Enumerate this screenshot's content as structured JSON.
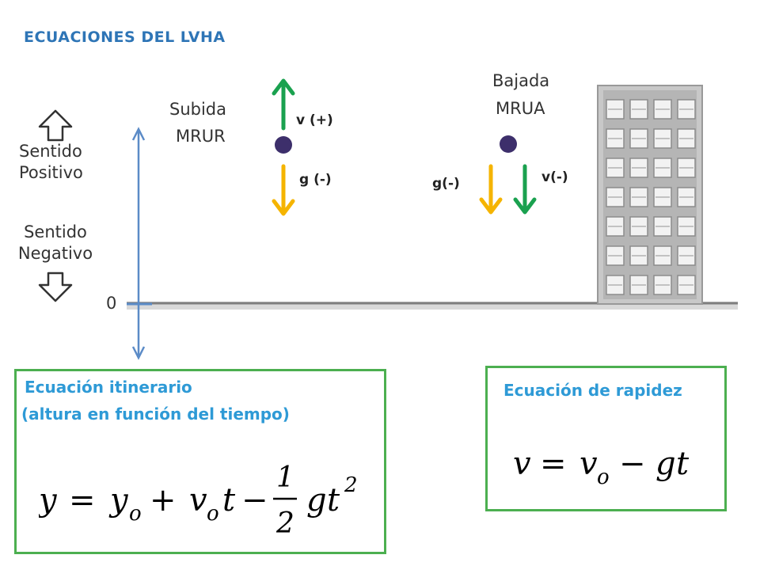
{
  "title": "ECUACIONES DEL LVHA",
  "axis": {
    "zero_label": "0"
  },
  "sense": {
    "positive": [
      "Sentido",
      "Positivo"
    ],
    "negative": [
      "Sentido",
      "Negativo"
    ]
  },
  "subida": {
    "label": "Subida",
    "type": "MRUR",
    "velocity_label": "v (+)",
    "gravity_label": "g (-)"
  },
  "bajada": {
    "label": "Bajada",
    "type": "MRUA",
    "velocity_label": "v(-)",
    "gravity_label": "g(-)"
  },
  "itinerary_box": {
    "title_line1": "Ecuación itinerario",
    "title_line2": "(altura en función del tiempo)"
  },
  "speed_box": {
    "title": "Ecuación de rapidez"
  },
  "colors": {
    "velocity_arrow": "#1aa14f",
    "gravity_arrow": "#f5b400",
    "axis": "#5b8bc7",
    "box_border": "#4caf50",
    "title": "#2e75b6",
    "ball": "#3d2f6b"
  },
  "icons": [
    "up-arrow-outline-icon",
    "down-arrow-outline-icon",
    "building-icon",
    "ball-icon"
  ]
}
